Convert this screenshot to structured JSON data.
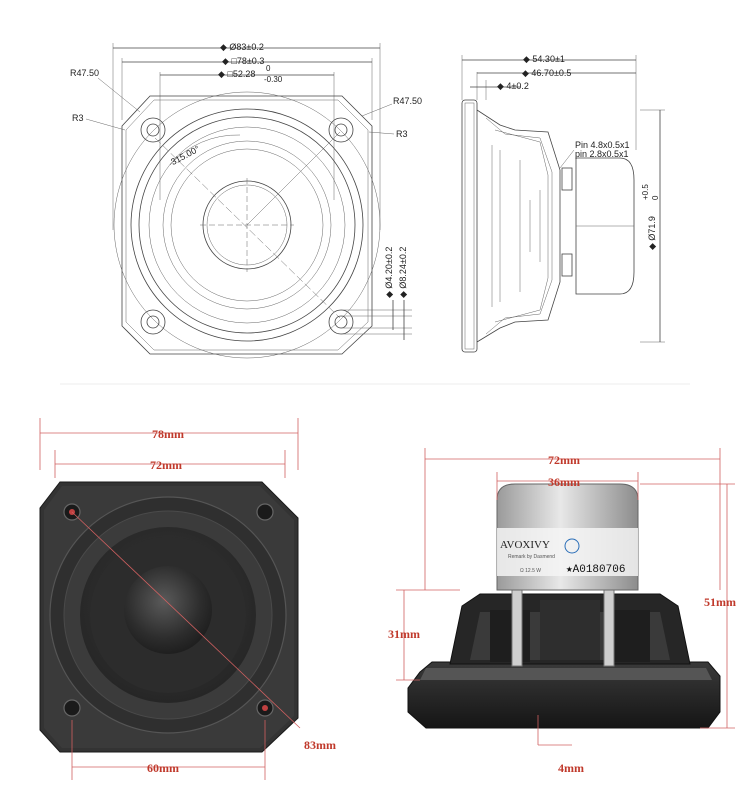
{
  "drawing_front": {
    "dim_outer_dia": "◆ Ø83±0.2",
    "dim_square_78": "◆ □78±0.3",
    "dim_square_52": "◆ □52.28",
    "dim_square_52_tol_top": "0",
    "dim_square_52_tol_bottom": "-0.30",
    "label_r47_left": "R47.50",
    "label_r3_left": "R3",
    "label_r47_right": "R47.50",
    "label_r3_right": "R3",
    "label_angle": "315.00°",
    "dim_hole_420": "◆ Ø4.20±0.2",
    "dim_hole_824": "◆ Ø8.24±0.2"
  },
  "drawing_side": {
    "dim_depth_5430": "◆ 54.30±1",
    "dim_depth_4670": "◆ 46.70±0.5",
    "dim_flange_4": "◆ 4±0.2",
    "pin_line_1": "Pin 4.8x0.5x1",
    "pin_line_2": "pin 2.8x0.5x1",
    "dim_cutout": "◆ Ø71.9",
    "dim_cutout_tol_top": "+0.5",
    "dim_cutout_tol_bottom": "0"
  },
  "photo_front": {
    "dim_78": "78mm",
    "dim_72": "72mm",
    "dim_83": "83mm",
    "dim_60": "60mm"
  },
  "photo_side": {
    "dim_72": "72mm",
    "dim_36": "36mm",
    "dim_31": "31mm",
    "dim_51": "51mm",
    "dim_4": "4mm",
    "magnet_brand": "AVOXIVY",
    "magnet_serial": "★A0180706",
    "magnet_small_1": "Remark by Dasmend",
    "magnet_small_2": "Ω 12.5 W"
  },
  "colors": {
    "drawing_line": "#444444",
    "photo_dim": "#c0392b",
    "speaker_body": "#2b2b2b"
  }
}
